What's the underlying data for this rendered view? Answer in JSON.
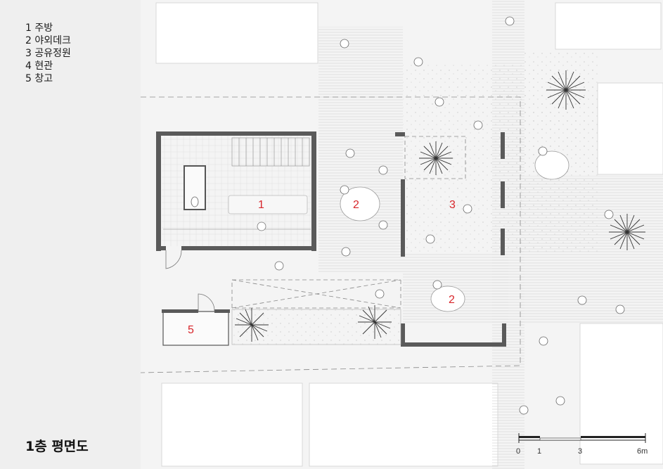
{
  "legend": [
    "1 주방",
    "2 야외데크",
    "3 공유정원",
    "4 현관",
    "5 창고"
  ],
  "title": "1층 평면도",
  "room_labels": {
    "kitchen": "1",
    "deck_upper": "2",
    "garden": "3",
    "deck_lower": "2",
    "storage": "5"
  },
  "scale_bar": {
    "labels": [
      "0",
      "1",
      "3",
      "6m"
    ]
  },
  "colors": {
    "room_label": "#d8262b",
    "wall": "#555555",
    "background": "#efefef"
  }
}
